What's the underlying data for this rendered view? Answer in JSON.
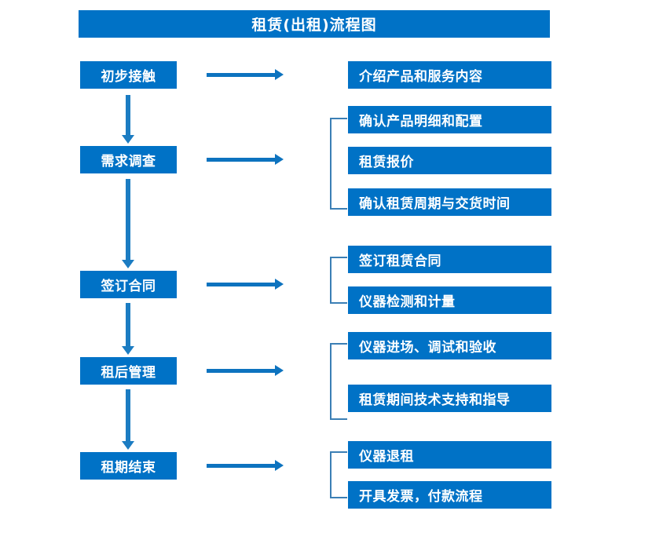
{
  "title": "租赁(出租)流程图",
  "theme": {
    "box_fill": "#0072c6",
    "box_text": "#ffffff",
    "arrow": "#0d73bf",
    "bracket": "#3b7fb5",
    "background": "#ffffff"
  },
  "stages": [
    {
      "label": "初步接触"
    },
    {
      "label": "需求调查"
    },
    {
      "label": "签订合同"
    },
    {
      "label": "租后管理"
    },
    {
      "label": "租期结束"
    }
  ],
  "details": [
    {
      "label": "介绍产品和服务内容"
    },
    {
      "label": "确认产品明细和配置"
    },
    {
      "label": "租赁报价"
    },
    {
      "label": "确认租赁周期与交货时间"
    },
    {
      "label": "签订租赁合同"
    },
    {
      "label": "仪器检测和计量"
    },
    {
      "label": "仪器进场、调试和验收"
    },
    {
      "label": "租赁期间技术支持和指导"
    },
    {
      "label": "仪器退租"
    },
    {
      "label": "开具发票，付款流程"
    }
  ],
  "icons": {
    "arrow_right": "right-arrow-icon",
    "arrow_down": "down-arrow-icon",
    "bracket": "group-bracket-icon"
  }
}
